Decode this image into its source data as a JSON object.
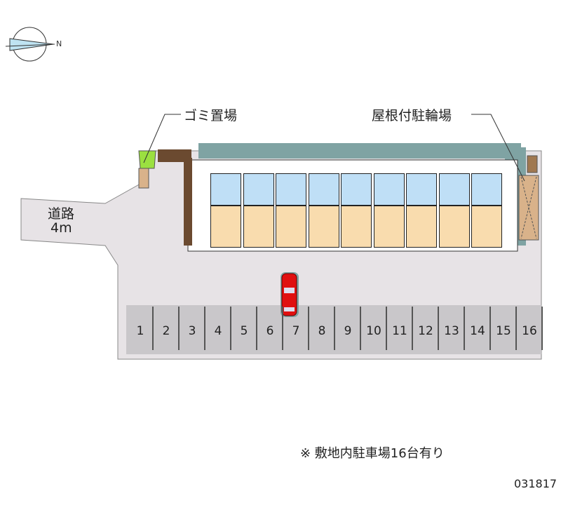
{
  "compass": {
    "north_label": "N"
  },
  "labels": {
    "garbage": "ゴミ置場",
    "bicycle_parking": "屋根付駐輪場",
    "road_name": "道路",
    "road_width": "4m"
  },
  "parking_stalls": [
    "1",
    "2",
    "3",
    "4",
    "5",
    "6",
    "7",
    "8",
    "9",
    "10",
    "11",
    "12",
    "13",
    "14",
    "15",
    "16"
  ],
  "car_in_stall": "7",
  "footnote": "※ 敷地内駐車場16台有り",
  "code": "031817",
  "colors": {
    "lot": "#e7e3e6",
    "stalls": "#c9c7ca",
    "shade": "#7fa3a3",
    "upper_rooms": "#bfdff6",
    "lower_rooms": "#f9dcae",
    "car": "#e01010"
  }
}
